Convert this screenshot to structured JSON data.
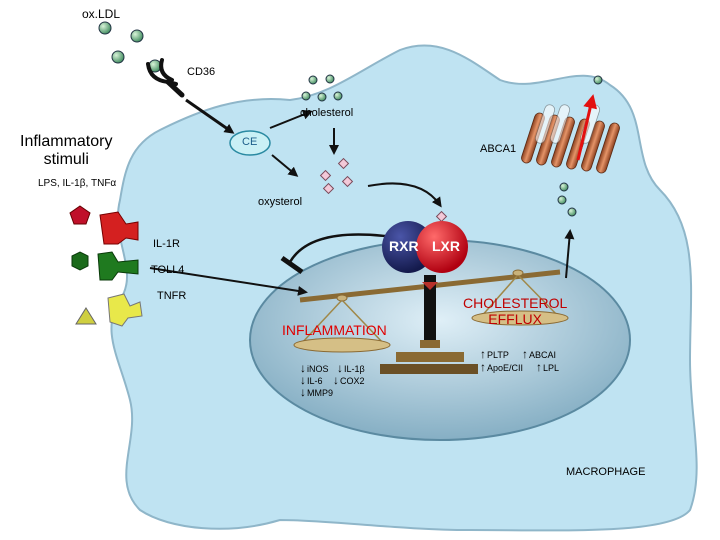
{
  "labels": {
    "oxldl": "ox.LDL",
    "cd36": "CD36",
    "cholesterol": "cholesterol",
    "ce": "CE",
    "abca1": "ABCA1",
    "inflammatory_stimuli": "Inflammatory\nstimuli",
    "stimuli_list": "LPS, IL-1β, TNFα",
    "oxysterol": "oxysterol",
    "il1r": "IL-1R",
    "toll4": "TOLL4",
    "tnfr": "TNFR",
    "rxr": "RXR",
    "lxr": "LXR",
    "inflammation": "INFLAMMATION",
    "cholesterol_efflux": "CHOLESTEROL\nEFFLUX",
    "macrophage": "MACROPHAGE"
  },
  "down_genes": [
    "iNOS",
    "IL-1β",
    "IL-6",
    "COX2",
    "MMP9"
  ],
  "up_genes": [
    "PLTP",
    "ABCAI",
    "ApoE/CII",
    "LPL"
  ],
  "colors": {
    "cell_fill": "#bfe3f2",
    "cell_stroke": "#8fb6c9",
    "nucleus_fill": "#8fb7cc",
    "rxr": "#1d2461",
    "lxr": "#d41c24",
    "membrane_protein": "#c0633a",
    "inflammation_text": "#e00000",
    "efflux_text": "#c00000",
    "ce_fill": "#c9f0f5",
    "il1r": "#d42020",
    "toll4": "#1f7a1f",
    "tnfr": "#e8e84a",
    "scale_wood": "#8a6a33"
  },
  "icons": [
    "oxldl-particle-icon",
    "cd36-receptor-icon",
    "cholesterol-dot-icon",
    "oxysterol-diamond-icon",
    "abca1-transporter-icon",
    "scale-balance-icon",
    "pentagon-ligand-icon",
    "hexagon-ligand-icon",
    "triangle-ligand-icon",
    "up-arrow-icon",
    "down-arrow-icon"
  ]
}
